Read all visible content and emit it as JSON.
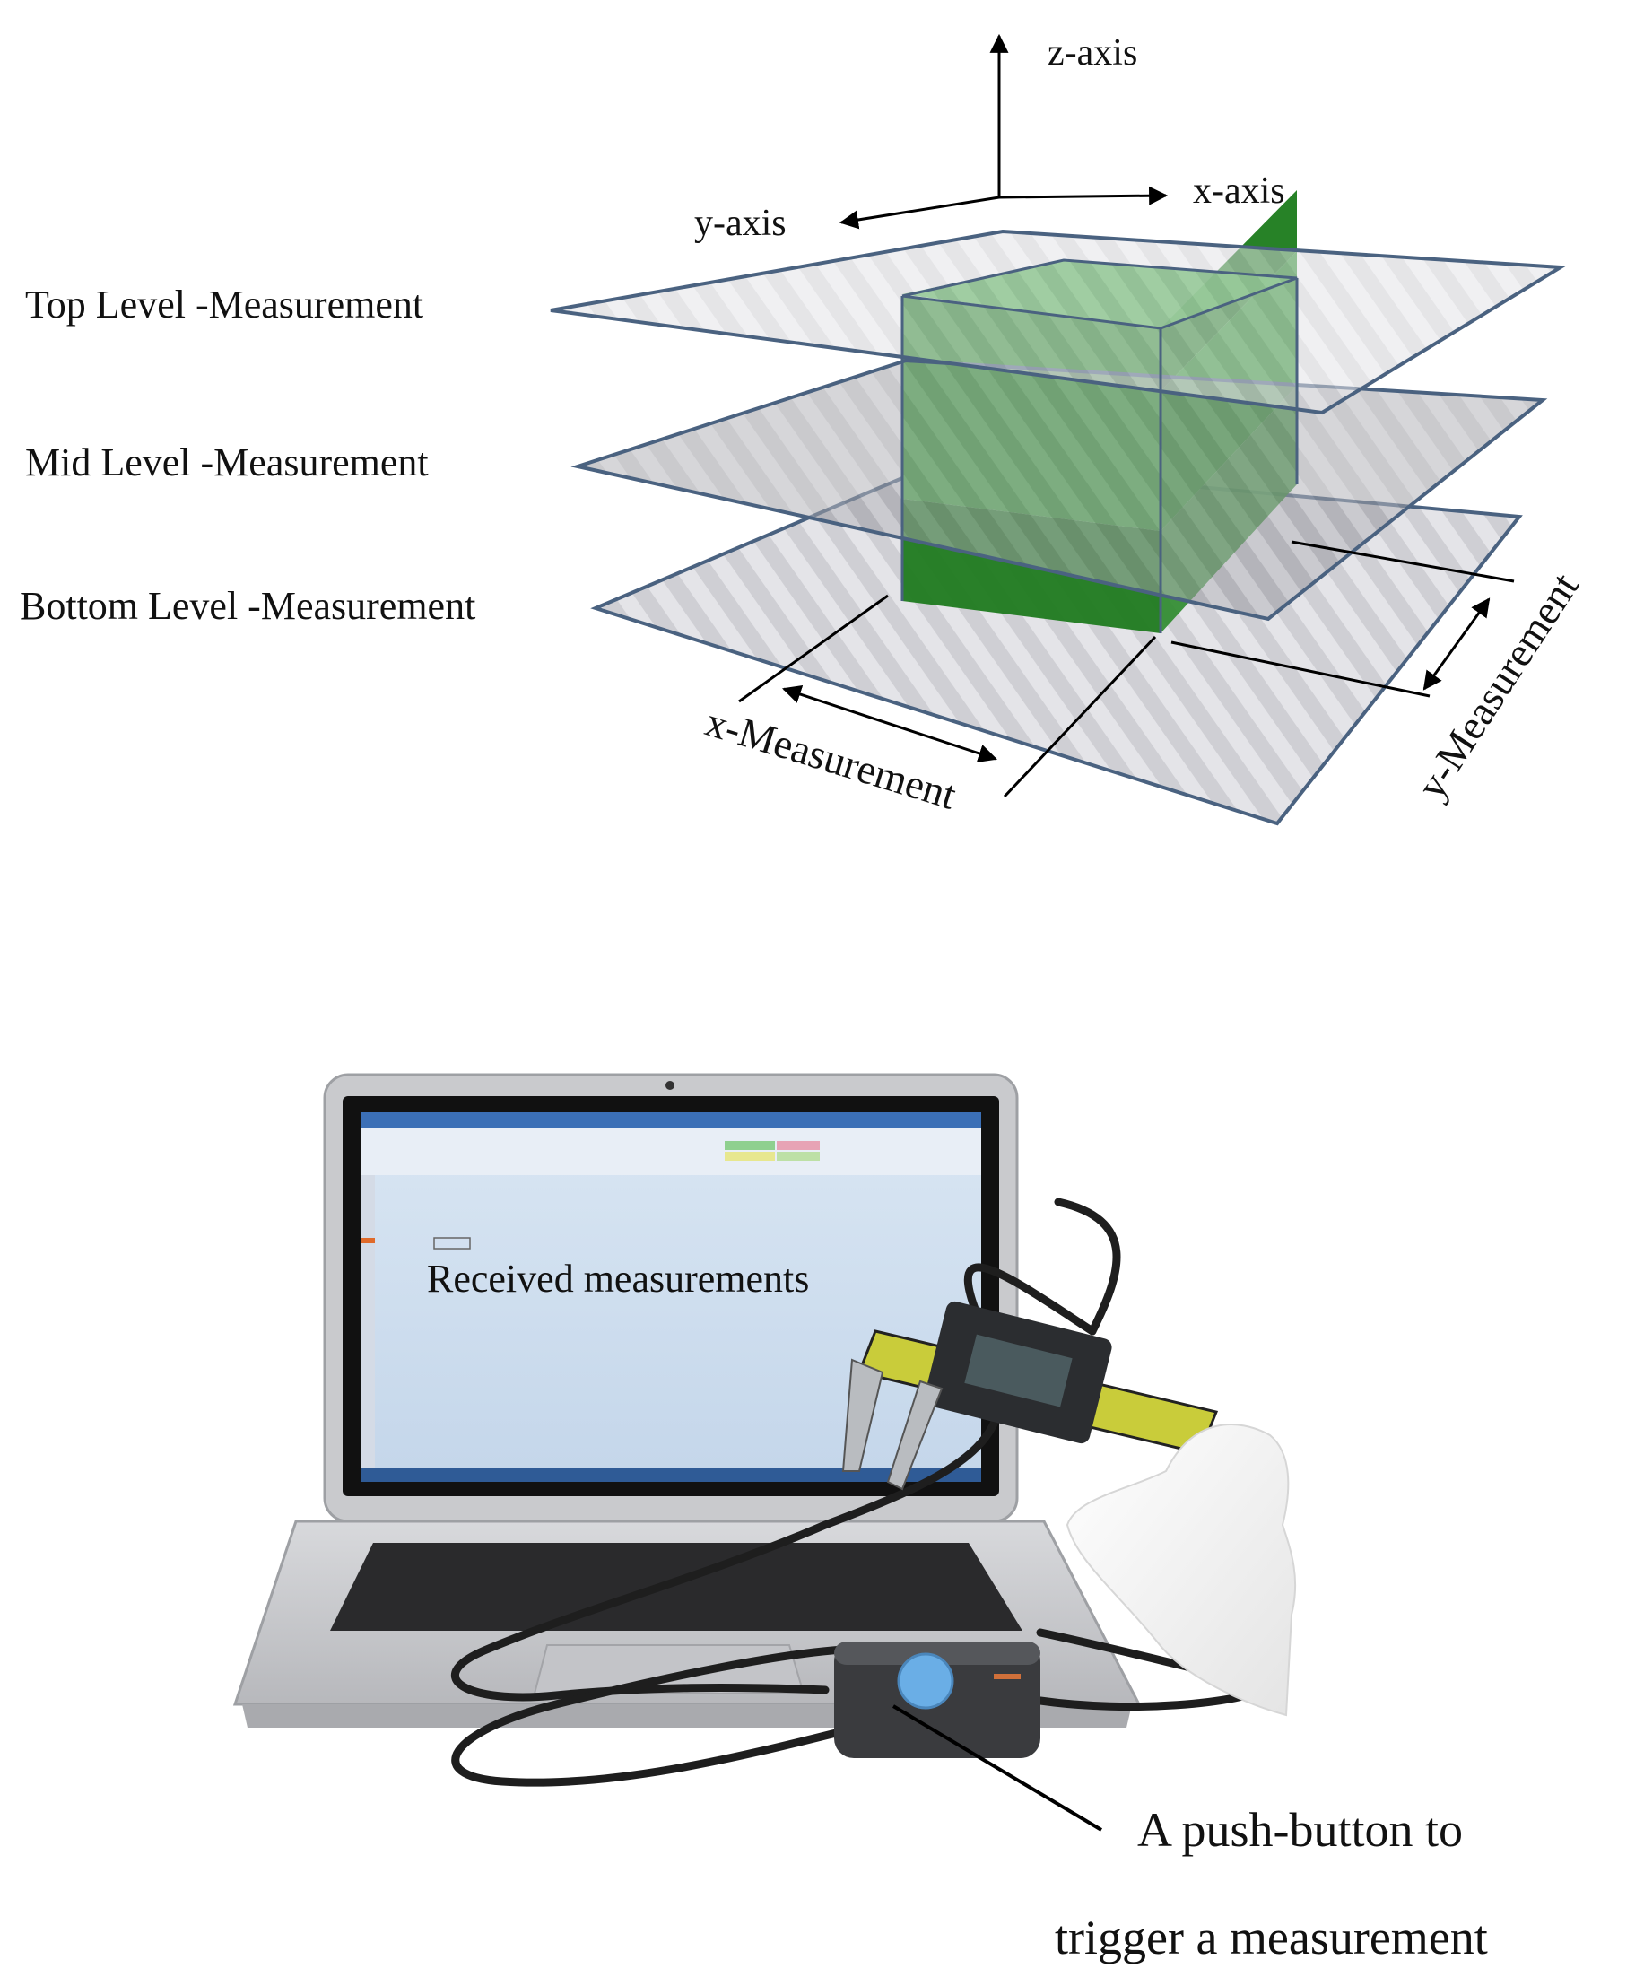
{
  "axes": {
    "z_label": "z-axis",
    "x_label": "x-axis",
    "y_label": "y-axis"
  },
  "levels": {
    "top": "Top Level -Measurement",
    "mid": "Mid Level -Measurement",
    "bottom": "Bottom Level -Measurement"
  },
  "measurements": {
    "x": "x-Measurement",
    "y": "y-Measurement"
  },
  "photo": {
    "screen_caption": "Received measurements",
    "button_caption_line1": "A push-button to",
    "button_caption_line2": "trigger a measurement"
  },
  "colors": {
    "cube_green": "#2f9a2f",
    "plane_fill": "#c8c8cc",
    "plane_edge": "#4a6280",
    "button_blue": "#6aaee6",
    "caliper_yellow": "#e8e84a"
  }
}
